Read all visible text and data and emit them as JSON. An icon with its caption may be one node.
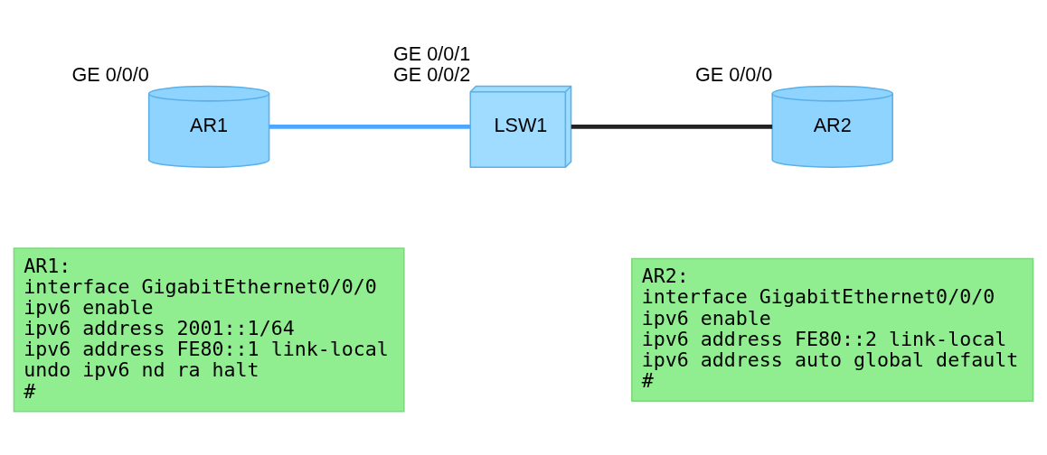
{
  "diagram": {
    "nodes": [
      {
        "text": [
          "AR1"
        ],
        "beside": [
          "GE 0/0/0"
        ]
      },
      {
        "text": [
          "LSW1"
        ],
        "beside": [
          "GE 0/0/1",
          "GE 0/0/2"
        ]
      },
      {
        "text": [
          "AR2"
        ],
        "beside": [
          "GE 0/0/0"
        ]
      },
      {
        "text": [
          "AR1:",
          "interface GigabitEthernet0/0/0",
          " ipv6 enable",
          " ipv6 address 2001::1/64",
          " ipv6 address FE80::1 link-local",
          " undo ipv6 nd ra halt",
          "#"
        ]
      },
      {
        "text": [
          "AR2:",
          "interface GigabitEthernet0/0/0",
          " ipv6 enable",
          " ipv6 address FE80::2 link-local",
          " ipv6 address auto global default",
          "#"
        ]
      }
    ],
    "edges": [
      {
        "from": 0,
        "to": 1,
        "arrow": "none",
        "color": "#4da6ff"
      },
      {
        "from": 1,
        "to": 2,
        "arrow": "none",
        "color": "#222222"
      }
    ]
  }
}
